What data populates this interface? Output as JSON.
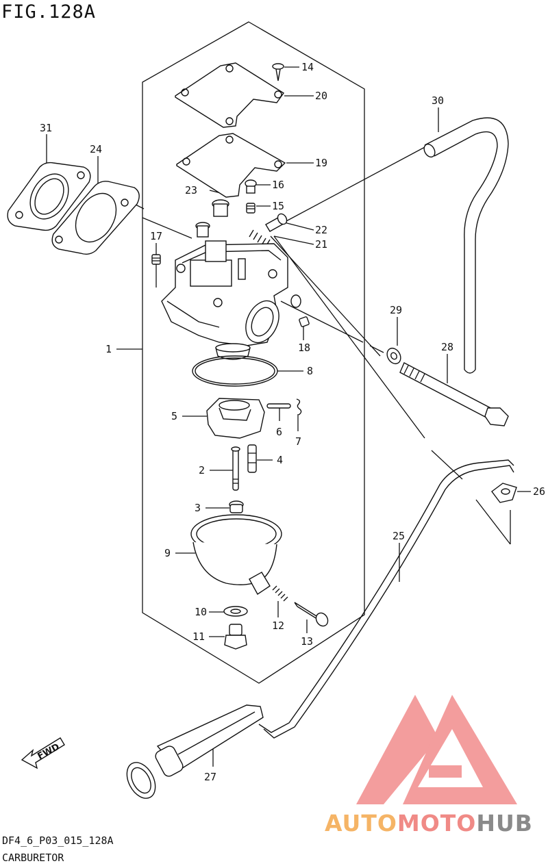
{
  "figure": {
    "title": "FIG.128A"
  },
  "footer": {
    "code": "DF4_6_P03_015_128A",
    "caption": "CARBURETOR"
  },
  "watermark": {
    "part1": "AUTO",
    "part2": "MOTO",
    "part3": "HUB",
    "colors": {
      "auto": "#f5b466",
      "moto": "#f08a86",
      "hub": "#8a8a8a",
      "logo": "#f28c8c"
    }
  },
  "fwd_icon": {
    "label": "FWD"
  },
  "callouts": [
    {
      "id": "1",
      "label": "1"
    },
    {
      "id": "2",
      "label": "2"
    },
    {
      "id": "3",
      "label": "3"
    },
    {
      "id": "4",
      "label": "4"
    },
    {
      "id": "5",
      "label": "5"
    },
    {
      "id": "6",
      "label": "6"
    },
    {
      "id": "7",
      "label": "7"
    },
    {
      "id": "8",
      "label": "8"
    },
    {
      "id": "9",
      "label": "9"
    },
    {
      "id": "10",
      "label": "10"
    },
    {
      "id": "11",
      "label": "11"
    },
    {
      "id": "12",
      "label": "12"
    },
    {
      "id": "13",
      "label": "13"
    },
    {
      "id": "14",
      "label": "14"
    },
    {
      "id": "15",
      "label": "15"
    },
    {
      "id": "16",
      "label": "16"
    },
    {
      "id": "17",
      "label": "17"
    },
    {
      "id": "18",
      "label": "18"
    },
    {
      "id": "19",
      "label": "19"
    },
    {
      "id": "20",
      "label": "20"
    },
    {
      "id": "21",
      "label": "21"
    },
    {
      "id": "22",
      "label": "22"
    },
    {
      "id": "23",
      "label": "23"
    },
    {
      "id": "24",
      "label": "24"
    },
    {
      "id": "25",
      "label": "25"
    },
    {
      "id": "26",
      "label": "26"
    },
    {
      "id": "27",
      "label": "27"
    },
    {
      "id": "28",
      "label": "28"
    },
    {
      "id": "29",
      "label": "29"
    },
    {
      "id": "30",
      "label": "30"
    },
    {
      "id": "31",
      "label": "31"
    }
  ]
}
